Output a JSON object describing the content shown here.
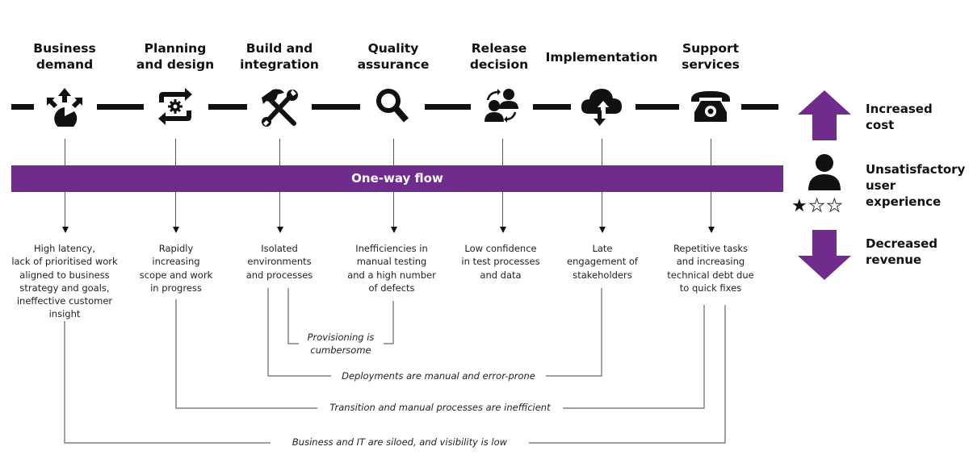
{
  "stages": [
    {
      "title_line1": "Business",
      "title_line2": "demand",
      "icon": "business-demand-icon",
      "description": [
        "High latency,",
        "lack of prioritised work",
        "aligned to business",
        "strategy and goals,",
        "ineffective customer",
        "insight"
      ]
    },
    {
      "title_line1": "Planning",
      "title_line2": "and design",
      "icon": "planning-cycle-gear-icon",
      "description": [
        "Rapidly",
        "increasing",
        "scope and work",
        "in progress"
      ]
    },
    {
      "title_line1": "Build and",
      "title_line2": "integration",
      "icon": "tools-hammer-wrench-icon",
      "description": [
        "Isolated",
        "environments",
        "and processes"
      ]
    },
    {
      "title_line1": "Quality",
      "title_line2": "assurance",
      "icon": "magnifier-icon",
      "description": [
        "Inefficiencies in",
        "manual testing",
        "and a high number",
        "of defects"
      ]
    },
    {
      "title_line1": "Release",
      "title_line2": "decision",
      "icon": "people-exchange-icon",
      "description": [
        "Low confidence",
        "in test processes",
        "and data"
      ]
    },
    {
      "title_line1": "Implementation",
      "title_line2": "",
      "icon": "cloud-upload-download-icon",
      "description": [
        "Late",
        "engagement of",
        "stakeholders"
      ]
    },
    {
      "title_line1": "Support",
      "title_line2": "services",
      "icon": "telephone-icon",
      "description": [
        "Repetitive tasks",
        "and increasing",
        "technical debt due",
        "to quick fixes"
      ]
    }
  ],
  "flow_bar": {
    "label": "One-way flow",
    "color": "#6f2c8c"
  },
  "cross_stage_issues": [
    {
      "text_line1": "Provisioning is",
      "text_line2": "cumbersome",
      "from_stage": "Build and integration",
      "to_stage": "Quality assurance"
    },
    {
      "text_line1": "Deployments are manual and error-prone",
      "from_stage": "Build and integration",
      "to_stage": "Implementation"
    },
    {
      "text_line1": "Transition and manual processes are inefficient",
      "from_stage": "Planning and design",
      "to_stage": "Support services"
    },
    {
      "text_line1": "Business and IT are siloed, and visibility is low",
      "from_stage": "Business demand",
      "to_stage": "Support services"
    }
  ],
  "impacts": [
    {
      "label_line1": "Increased",
      "label_line2": "cost",
      "icon": "arrow-up-icon"
    },
    {
      "label_line1": "Unsatisfactory",
      "label_line2": "user",
      "label_line3": "experience",
      "icon": "user-icon",
      "rating": {
        "filled": 1,
        "total": 3
      }
    },
    {
      "label_line1": "Decreased",
      "label_line2": "revenue",
      "icon": "arrow-down-icon"
    }
  ],
  "colors": {
    "accent": "#6f2c8c",
    "ink": "#111111",
    "line": "#555555"
  }
}
